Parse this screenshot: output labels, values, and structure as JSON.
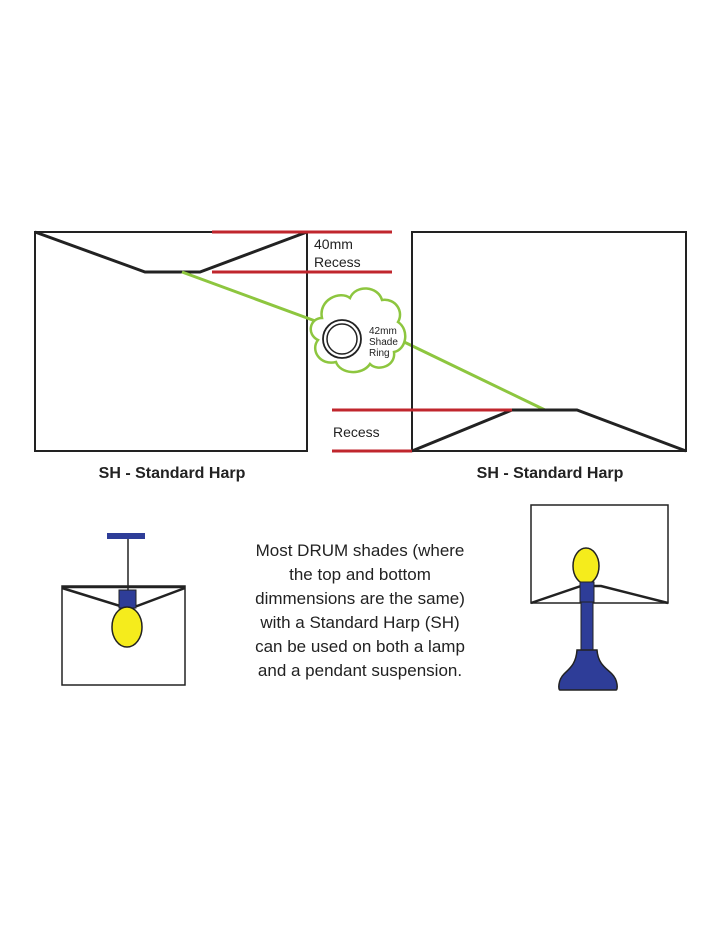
{
  "diagram": {
    "left_recess_label": [
      "40mm",
      "Recess"
    ],
    "ring_label": [
      "42mm",
      "Shade",
      "Ring"
    ],
    "right_recess_label": "Recess",
    "left_caption": "SH - Standard Harp",
    "right_caption": "SH - Standard Harp",
    "description": [
      "Most DRUM shades (where",
      "the top and bottom",
      "dimmensions are the same)",
      "with a Standard Harp (SH)",
      "can be used on both a lamp",
      "and a pendant suspension."
    ],
    "colors": {
      "red": "#c0262d",
      "green": "#8dc63f",
      "blue": "#2e3d98",
      "yellow": "#f5ec1c",
      "black": "#222222"
    }
  }
}
